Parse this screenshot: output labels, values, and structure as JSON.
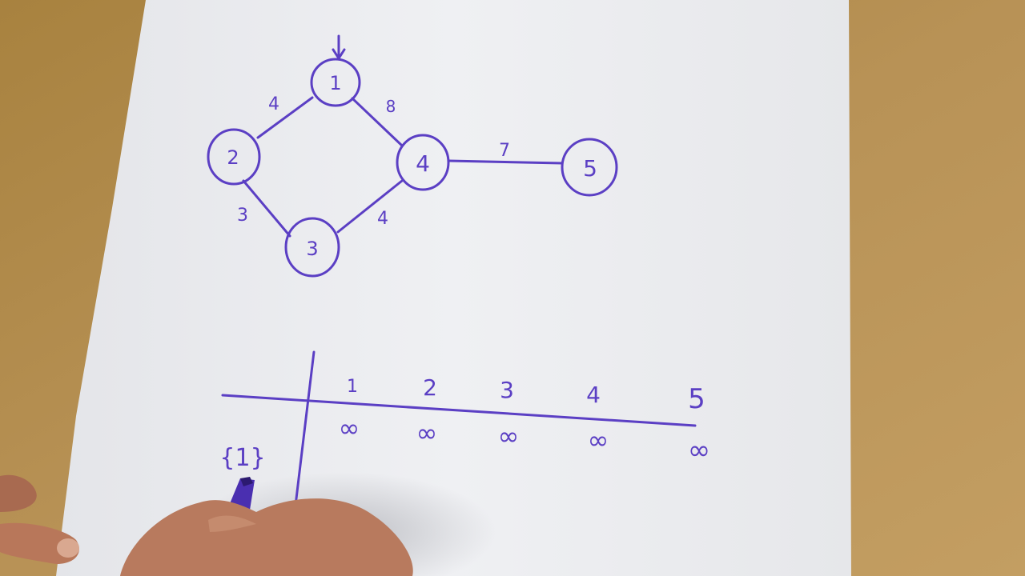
{
  "graph": {
    "start_marker": "↓",
    "nodes": [
      {
        "id": "n1",
        "label": "1"
      },
      {
        "id": "n2",
        "label": "2"
      },
      {
        "id": "n3",
        "label": "3"
      },
      {
        "id": "n4",
        "label": "4"
      },
      {
        "id": "n5",
        "label": "5"
      }
    ],
    "edges": [
      {
        "from": "1",
        "to": "2",
        "weight": "4"
      },
      {
        "from": "1",
        "to": "4",
        "weight": "8"
      },
      {
        "from": "2",
        "to": "3",
        "weight": "3"
      },
      {
        "from": "3",
        "to": "4",
        "weight": "4"
      },
      {
        "from": "4",
        "to": "5",
        "weight": "7"
      }
    ]
  },
  "table": {
    "headers": [
      "1",
      "2",
      "3",
      "4",
      "5"
    ],
    "row_set": "{1}",
    "values": [
      "∞",
      "∞",
      "∞",
      "∞",
      "∞"
    ]
  },
  "colors": {
    "ink": "#5b3fc4",
    "paper": "#ecedf0",
    "desk": "#b08a4f"
  }
}
